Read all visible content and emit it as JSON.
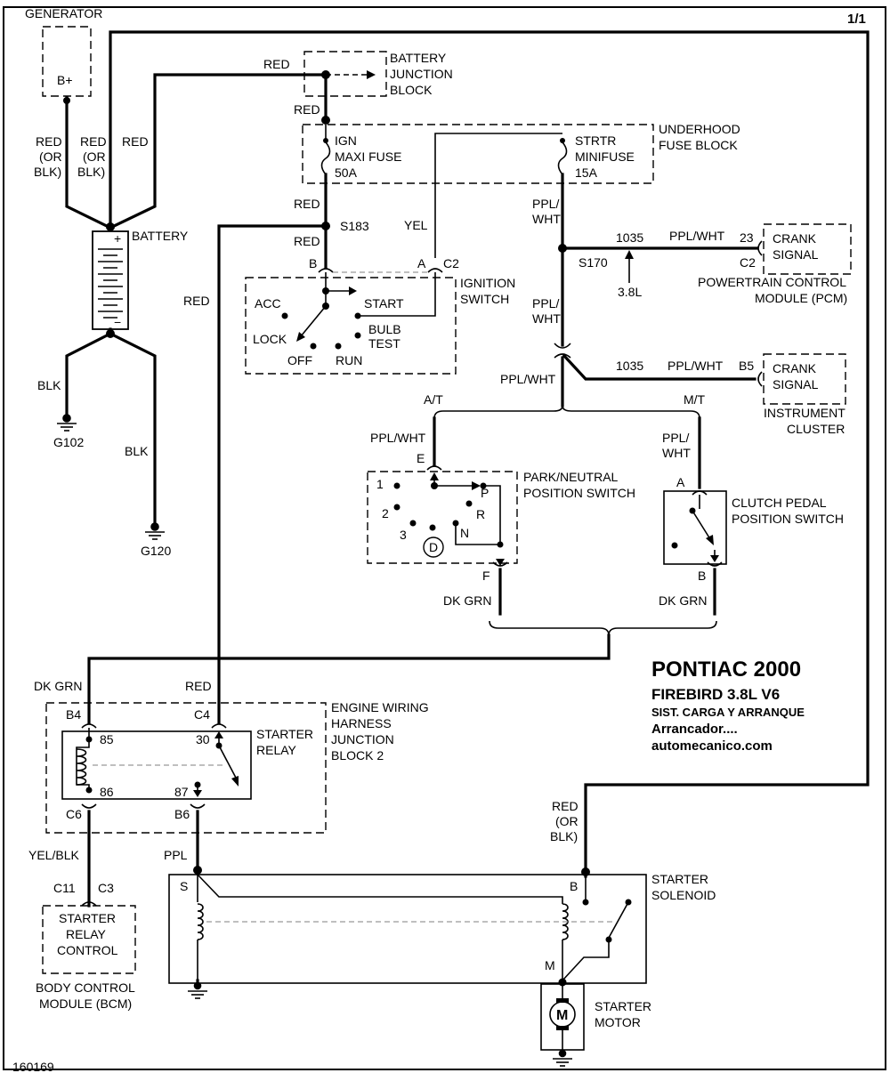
{
  "page_number": "1/1",
  "footer_code": "160169",
  "components": {
    "generator": {
      "name": "GENERATOR",
      "terminal": "B+"
    },
    "battery": {
      "name": "BATTERY",
      "plus": "+",
      "minus": "−"
    },
    "battery_junction_block": {
      "line1": "BATTERY",
      "line2": "JUNCTION",
      "line3": "BLOCK"
    },
    "underhood_fuse_block": {
      "line1": "UNDERHOOD",
      "line2": "FUSE BLOCK"
    },
    "ign_maxi_fuse": {
      "line1": "IGN",
      "line2": "MAXI FUSE",
      "line3": "50A"
    },
    "strtr_minifuse": {
      "line1": "STRTR",
      "line2": "MINIFUSE",
      "line3": "15A"
    },
    "ignition_switch": {
      "line1": "IGNITION",
      "line2": "SWITCH",
      "pos_acc": "ACC",
      "pos_lock": "LOCK",
      "pos_off": "OFF",
      "pos_run": "RUN",
      "pos_start": "START",
      "pos_bulb1": "BULB",
      "pos_bulb2": "TEST"
    },
    "pcm": {
      "line1": "POWERTRAIN CONTROL",
      "line2": "MODULE (PCM)",
      "signal1": "CRANK",
      "signal2": "SIGNAL",
      "pin_a": "23",
      "pin_b": "C2"
    },
    "instrument_cluster": {
      "line1": "INSTRUMENT",
      "line2": "CLUSTER",
      "signal1": "CRANK",
      "signal2": "SIGNAL",
      "pin": "B5"
    },
    "park_neutral_switch": {
      "line1": "PARK/NEUTRAL",
      "line2": "POSITION SWITCH",
      "pos_1": "1",
      "pos_2": "2",
      "pos_3": "3",
      "pos_d": "D",
      "pos_n": "N",
      "pos_r": "R",
      "pos_p": "P"
    },
    "clutch_switch": {
      "line1": "CLUTCH PEDAL",
      "line2": "POSITION SWITCH"
    },
    "engine_harness_block": {
      "line1": "ENGINE WIRING",
      "line2": "HARNESS",
      "line3": "JUNCTION",
      "line4": "BLOCK 2"
    },
    "starter_relay": {
      "line1": "STARTER",
      "line2": "RELAY",
      "pin_85": "85",
      "pin_86": "86",
      "pin_30": "30",
      "pin_87": "87"
    },
    "bcm": {
      "box1": "STARTER",
      "box2": "RELAY",
      "box3": "CONTROL",
      "line1": "BODY CONTROL",
      "line2": "MODULE (BCM)",
      "pin_a": "C11",
      "pin_b": "C3"
    },
    "starter_solenoid": {
      "line1": "STARTER",
      "line2": "SOLENOID",
      "term_s": "S",
      "term_b": "B",
      "term_m": "M"
    },
    "starter_motor": {
      "line1": "STARTER",
      "line2": "MOTOR",
      "symbol": "M"
    }
  },
  "wires": {
    "red": "RED",
    "red_or_blk_1": "RED",
    "red_or_blk_2": "(OR",
    "red_or_blk_3": "BLK)",
    "blk": "BLK",
    "yel": "YEL",
    "ppl_1": "PPL/",
    "ppl_2": "WHT",
    "ppl_wht": "PPL/WHT",
    "dk_grn": "DK GRN",
    "yel_blk": "YEL/BLK",
    "ppl": "PPL",
    "circuit_1035": "1035",
    "note_38l": "3.8L"
  },
  "connectors": {
    "b": "B",
    "a": "A",
    "c2": "C2",
    "e": "E",
    "f": "F",
    "b4": "B4",
    "c4": "C4",
    "c6": "C6",
    "b6": "B6",
    "at": "A/T",
    "mt": "M/T"
  },
  "splices": {
    "s183": "S183",
    "s170": "S170"
  },
  "grounds": {
    "g102": "G102",
    "g120": "G120"
  },
  "title_block": {
    "title": "PONTIAC 2000",
    "model": "FIREBIRD  3.8L  V6",
    "system": "SIST. CARGA Y ARRANQUE",
    "subtitle": "Arrancador....",
    "site": "automecanico.com"
  }
}
